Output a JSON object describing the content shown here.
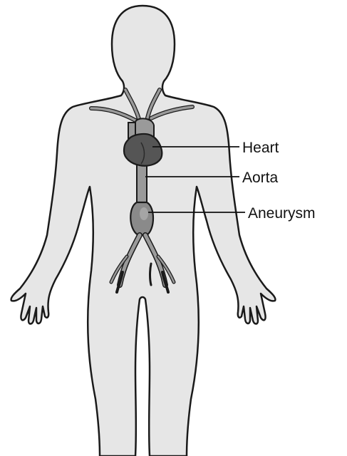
{
  "labels": {
    "heart": "Heart",
    "aorta": "Aorta",
    "aneurysm": "Aneurysm"
  },
  "colors": {
    "body_fill": "#e6e6e6",
    "outline": "#1a1a1a",
    "vessel_fill": "#9a9a9a",
    "heart_fill": "#555555",
    "aneurysm_fill": "#8a8a8a"
  }
}
